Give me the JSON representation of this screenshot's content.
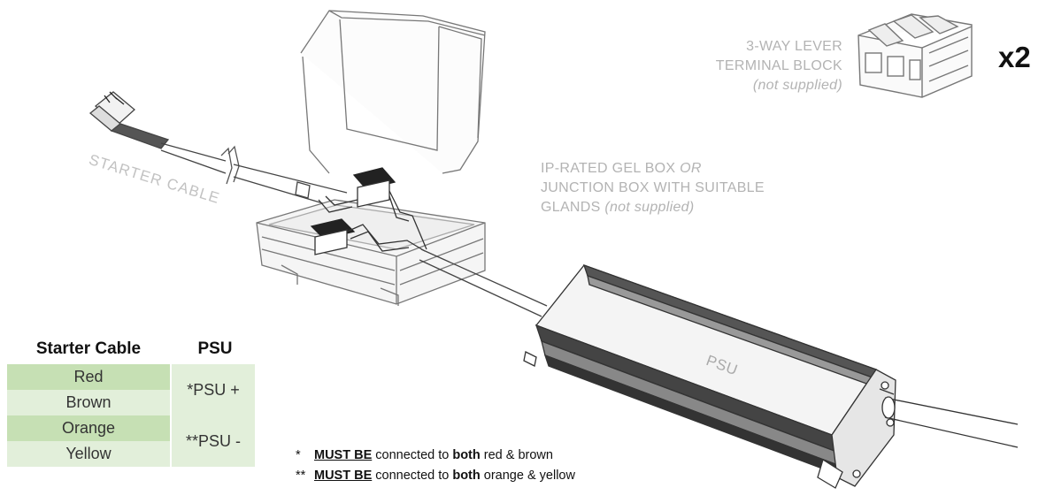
{
  "labels": {
    "terminal_line1": "3-WAY LEVER",
    "terminal_line2": "TERMINAL BLOCK",
    "terminal_note": "(not supplied)",
    "quantity": "x2",
    "gelbox_line1_a": "IP-RATED GEL BOX ",
    "gelbox_line1_b": "OR",
    "gelbox_line2": "JUNCTION BOX WITH SUITABLE",
    "gelbox_line3_a": "GLANDS ",
    "gelbox_line3_b": "(not supplied)",
    "starter_cable": "STARTER CABLE",
    "psu": "PSU"
  },
  "table": {
    "headers": [
      "Starter Cable",
      "PSU"
    ],
    "rows": [
      "Red",
      "Brown",
      "Orange",
      "Yellow"
    ],
    "psu_groups": [
      "*PSU +",
      "**PSU -"
    ]
  },
  "notes": [
    {
      "mark": "*",
      "must": "MUST BE",
      "mid": " connected to ",
      "both": "both",
      "end": " red & brown"
    },
    {
      "mark": "**",
      "must": "MUST BE",
      "mid": " connected to ",
      "both": "both",
      "end": " orange & yellow"
    }
  ],
  "colors": {
    "cell_dark": "#c6e0b4",
    "cell_light": "#e2efda",
    "label_grey": "#b3b3b3",
    "outline": "#555555"
  }
}
